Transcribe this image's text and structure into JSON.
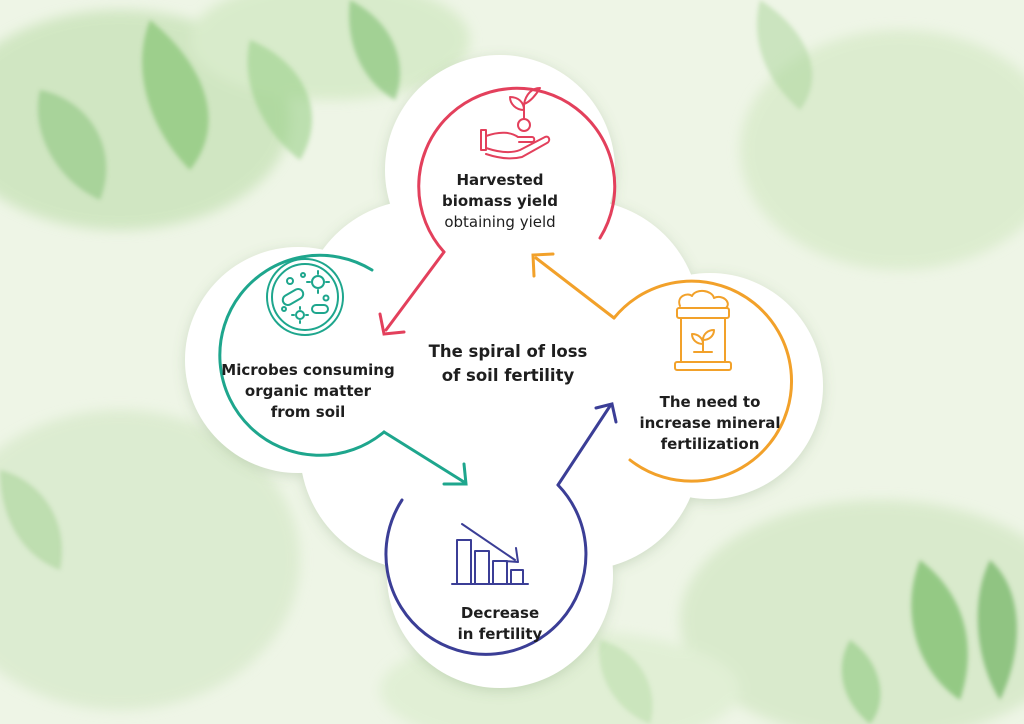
{
  "title": [
    "The spiral of loss",
    "of soil fertility"
  ],
  "nodes": [
    {
      "id": "harvest",
      "lines_bold": [
        "Harvested",
        "biomass yield"
      ],
      "lines_light": [
        "obtaining yield"
      ],
      "color": "#e3405c",
      "icon": "hand-plant-icon"
    },
    {
      "id": "fertilization",
      "lines_bold": [
        "The need to",
        "increase mineral",
        "fertilization"
      ],
      "lines_light": [],
      "color": "#f2a12a",
      "icon": "fertilizer-bag-icon"
    },
    {
      "id": "fertility",
      "lines_bold": [
        "Decrease",
        "in fertility"
      ],
      "lines_light": [],
      "color": "#3b3e96",
      "icon": "declining-bars-icon"
    },
    {
      "id": "microbes",
      "lines_bold": [
        "Microbes consuming",
        "organic matter",
        "from soil"
      ],
      "lines_light": [],
      "color": "#1ea68d",
      "icon": "petri-dish-microbes-icon"
    }
  ]
}
